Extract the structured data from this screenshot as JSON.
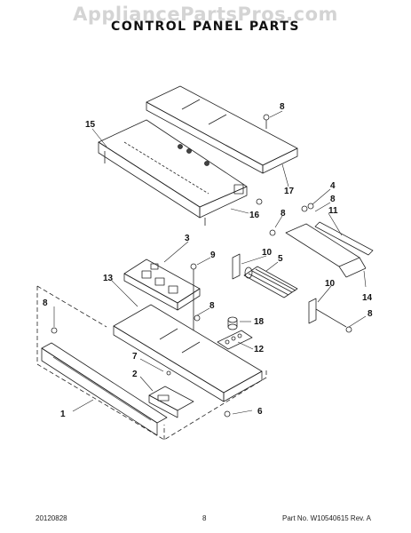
{
  "watermark": "AppliancePartsPros.com",
  "title": "CONTROL PANEL PARTS",
  "callouts": [
    {
      "id": "c15",
      "text": "15"
    },
    {
      "id": "c8a",
      "text": "8"
    },
    {
      "id": "c17",
      "text": "17"
    },
    {
      "id": "c4",
      "text": "4"
    },
    {
      "id": "c8b",
      "text": "8"
    },
    {
      "id": "c8c",
      "text": "8"
    },
    {
      "id": "c16",
      "text": "16"
    },
    {
      "id": "c11",
      "text": "11"
    },
    {
      "id": "c3",
      "text": "3"
    },
    {
      "id": "c9",
      "text": "9"
    },
    {
      "id": "c10a",
      "text": "10"
    },
    {
      "id": "c5",
      "text": "5"
    },
    {
      "id": "c13",
      "text": "13"
    },
    {
      "id": "c8d",
      "text": "8"
    },
    {
      "id": "c8e",
      "text": "8"
    },
    {
      "id": "c18",
      "text": "18"
    },
    {
      "id": "c10b",
      "text": "10"
    },
    {
      "id": "c14",
      "text": "14"
    },
    {
      "id": "c8f",
      "text": "8"
    },
    {
      "id": "c12",
      "text": "12"
    },
    {
      "id": "c7",
      "text": "7"
    },
    {
      "id": "c2",
      "text": "2"
    },
    {
      "id": "c6",
      "text": "6"
    },
    {
      "id": "c1",
      "text": "1"
    }
  ],
  "footer": {
    "date": "20120828",
    "page": "8",
    "part_no": "Part No. W10540615  Rev. A"
  }
}
